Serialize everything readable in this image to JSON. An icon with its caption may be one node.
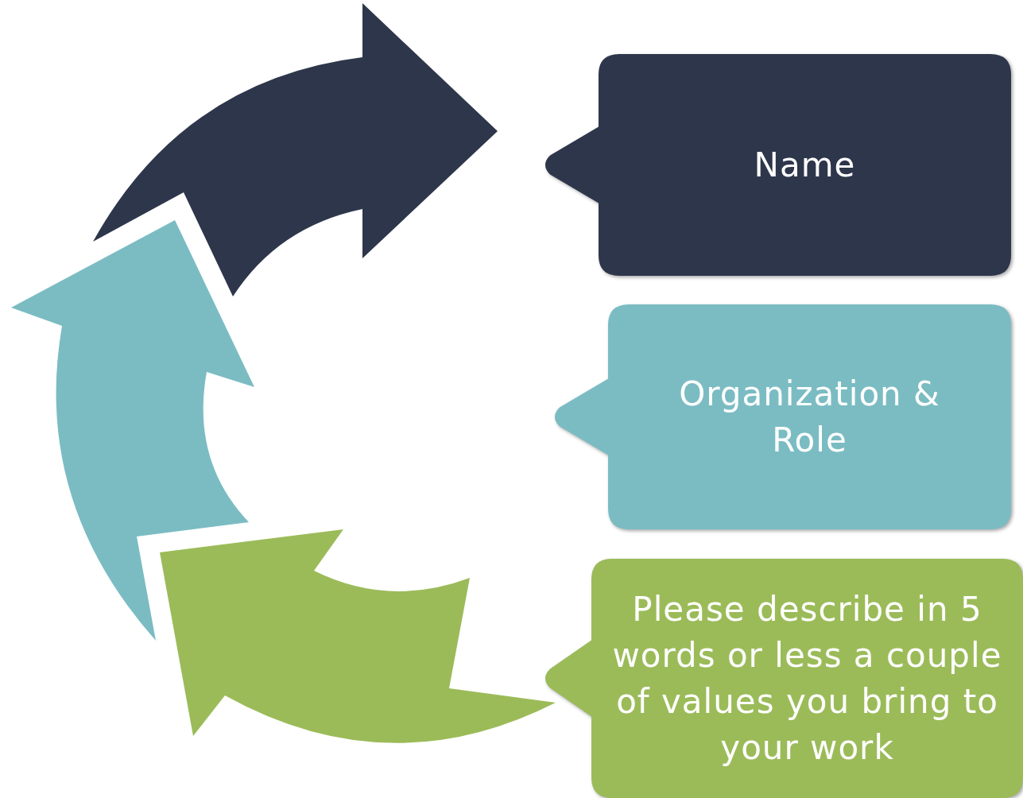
{
  "diagram": {
    "nodes": [
      {
        "text": [
          "Name"
        ]
      },
      {
        "text": [
          "Organization & Role"
        ]
      },
      {
        "text": [
          "Please describe in 5 words or less a couple of values you bring to your work"
        ]
      }
    ]
  }
}
